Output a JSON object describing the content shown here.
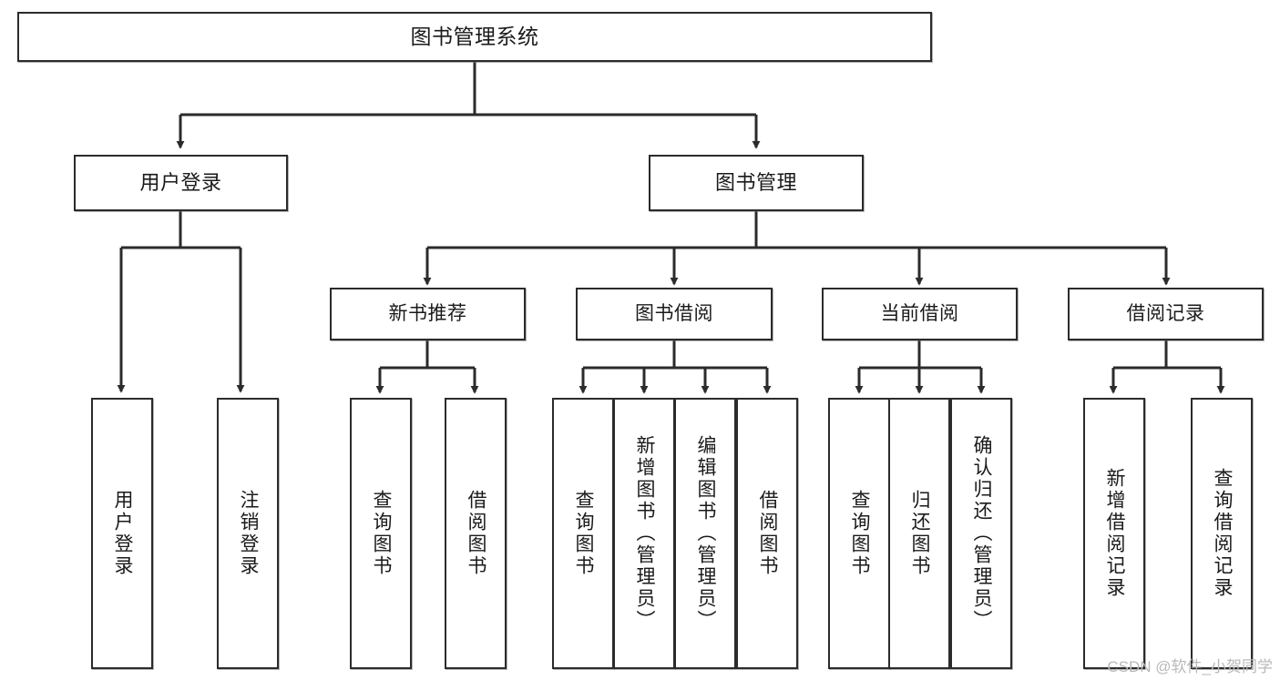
{
  "diagram": {
    "type": "tree",
    "title": "图书管理系统",
    "watermark": "CSDN @软件_小贺同学",
    "colors": {
      "box_border": "#2b2b2b",
      "box_fill": "#ffffff",
      "edge": "#2b2b2b",
      "text": "#1a1a1a",
      "watermark": "#b9b9b9"
    },
    "nodes": {
      "root": {
        "label": "图书管理系统"
      },
      "level2": [
        {
          "label": "用户登录"
        },
        {
          "label": "图书管理"
        }
      ],
      "level3": [
        {
          "label": "新书推荐"
        },
        {
          "label": "图书借阅"
        },
        {
          "label": "当前借阅"
        },
        {
          "label": "借阅记录"
        }
      ],
      "leaves": {
        "user_login": [
          {
            "label": "用户登录"
          },
          {
            "label": "注销登录"
          }
        ],
        "new_book_recommend": [
          {
            "label": "查询图书"
          },
          {
            "label": "借阅图书"
          }
        ],
        "book_borrow": [
          {
            "label": "查询图书"
          },
          {
            "label": "新增图书（管理员）"
          },
          {
            "label": "编辑图书（管理员）"
          },
          {
            "label": "借阅图书"
          }
        ],
        "current_borrow": [
          {
            "label": "查询图书"
          },
          {
            "label": "归还图书"
          },
          {
            "label": "确认归还（管理员）"
          }
        ],
        "borrow_record": [
          {
            "label": "新增借阅记录"
          },
          {
            "label": "查询借阅记录"
          }
        ]
      }
    }
  }
}
